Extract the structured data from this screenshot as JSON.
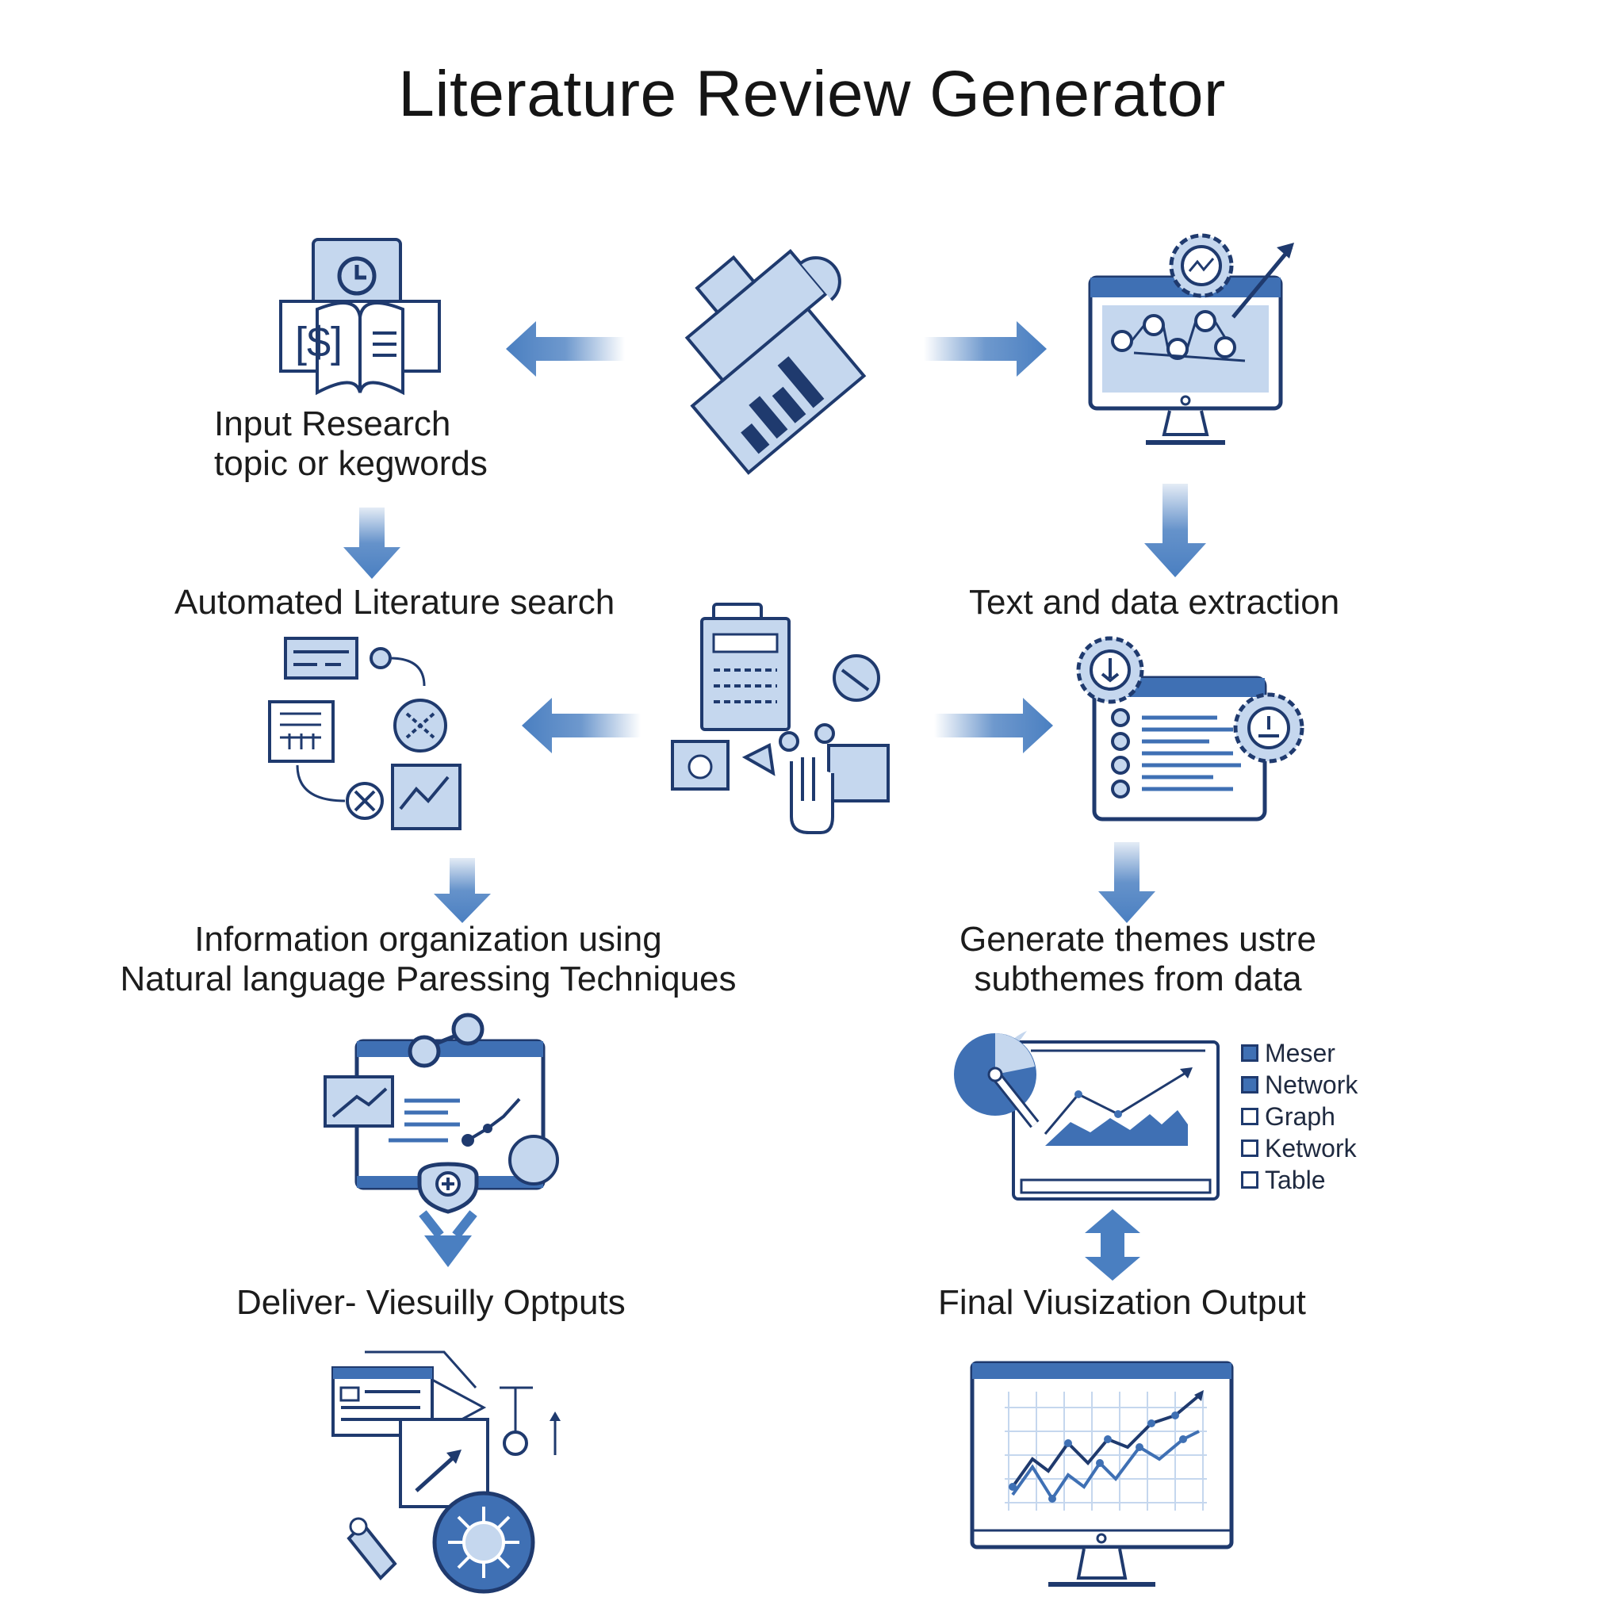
{
  "title": "Literature Review Generator",
  "steps": {
    "input": [
      "Input Research",
      "topic or kegwords"
    ],
    "search": "Automated Literature search",
    "extraction": "Text and data extraction",
    "organization": [
      "Information organization using",
      "Natural language Paressing Techniques"
    ],
    "themes": [
      "Generate themes ustre",
      "subthemes from data"
    ],
    "deliver": "Deliver- Viesuilly Optputs",
    "final": "Final Viusization Output"
  },
  "legend": {
    "items": [
      {
        "label": "Meser",
        "filled": true
      },
      {
        "label": "Network",
        "filled": true
      },
      {
        "label": "Graph",
        "filled": false
      },
      {
        "label": "Ketwork",
        "filled": false
      },
      {
        "label": "Table",
        "filled": false
      }
    ]
  },
  "colors": {
    "outline": "#1f3a6e",
    "fill": "#c5d7ee",
    "accent": "#3f70b4",
    "arrow": "#4a7fc1"
  }
}
